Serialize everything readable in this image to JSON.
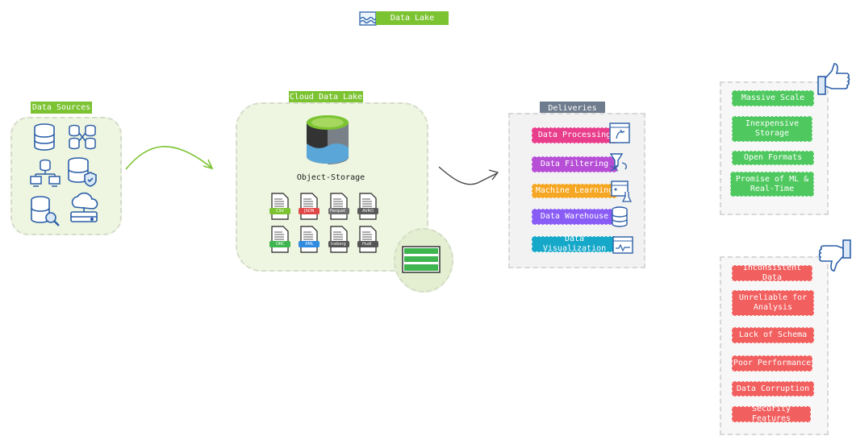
{
  "title": {
    "label": "Data Lake"
  },
  "sources": {
    "label": "Data Sources"
  },
  "lake": {
    "label": "Cloud Data Lake",
    "storage_label": "Object-Storage",
    "files": [
      "CSV",
      "JSON",
      "Parquet",
      "AVRO",
      "ORC",
      "XML",
      "Iceberg",
      "Hudi"
    ]
  },
  "deliveries": {
    "label": "Deliveries",
    "items": [
      {
        "label": "Data Processing",
        "color": "#e83e8c"
      },
      {
        "label": "Data Filtering",
        "color": "#b64fd6"
      },
      {
        "label": "Machine Learning",
        "color": "#f5a623"
      },
      {
        "label": "Data Warehouse",
        "color": "#8a5cf6"
      },
      {
        "label": "Data Visualization",
        "color": "#16a8c9"
      }
    ]
  },
  "pros": {
    "items": [
      "Massive Scale",
      "Inexpensive Storage",
      "Open Formats",
      "Promise of ML & Real-Time"
    ],
    "color": "#4fc95f"
  },
  "cons": {
    "items": [
      "Inconsistent Data",
      "Unreliable for Analysis",
      "Lack of Schema",
      "Poor Performance",
      "Data Corruption",
      "Security Features"
    ],
    "color": "#f25f5f"
  },
  "colors": {
    "accent_green": "#7cc332",
    "icon_blue": "#2b5fa8"
  }
}
